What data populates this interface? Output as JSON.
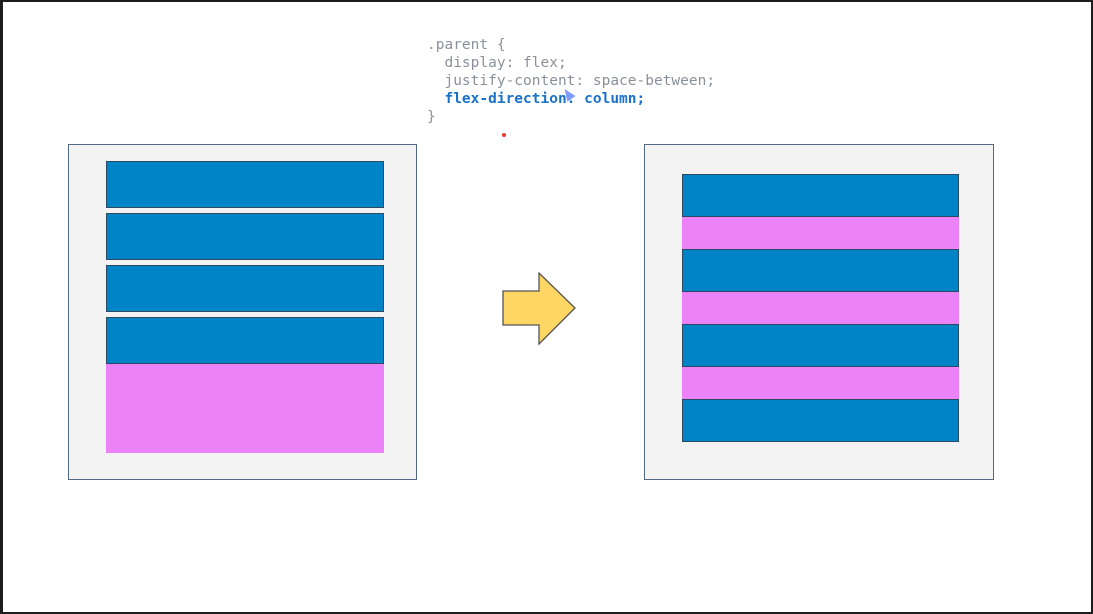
{
  "code": {
    "lines": [
      ".parent {",
      "  display: flex;",
      "  justify-content: space-between;",
      "  flex-direction: column;",
      "}"
    ],
    "highlighted_line_index": 3
  },
  "colors": {
    "item": "#0184c7",
    "free_space": "#ec82f7",
    "container_bg": "#f3f3f3",
    "container_border": "#506a86",
    "arrow_fill": "#fdd663",
    "code_text": "#8a919c",
    "code_highlight": "#1a73c8"
  },
  "diagrams": {
    "before": {
      "item_count": 4,
      "free_space_position": "end"
    },
    "after": {
      "item_count": 4,
      "free_space_position": "between"
    }
  },
  "arrow_icon": "right-arrow-icon"
}
